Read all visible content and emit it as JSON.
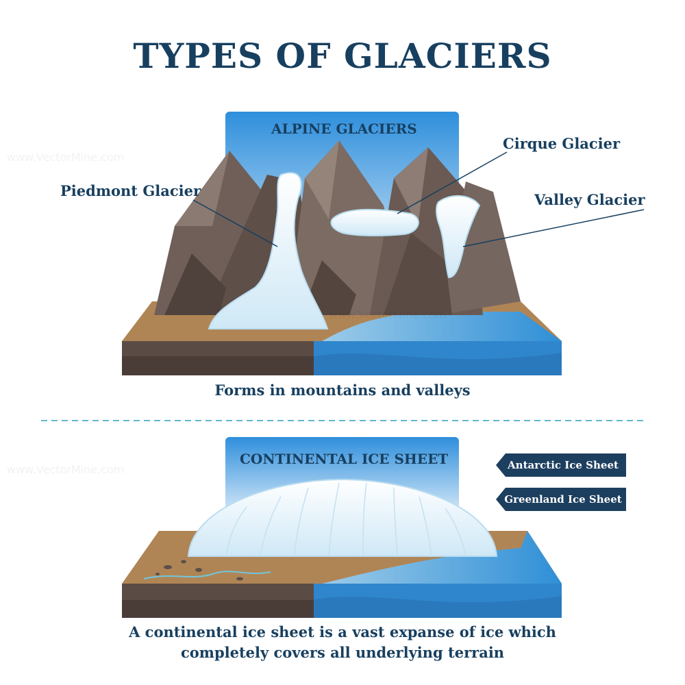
{
  "title": "TYPES OF GLACIERS",
  "alpine": {
    "panel_title": "ALPINE GLACIERS",
    "labels": {
      "piedmont": "Piedmont Glacier",
      "cirque": "Cirque Glacier",
      "valley": "Valley Glacier"
    },
    "caption": "Forms in mountains and valleys"
  },
  "continental": {
    "panel_title": "CONTINENTAL ICE SHEET",
    "tags": [
      "Antarctic Ice Sheet",
      "Greenland Ice Sheet"
    ],
    "caption_line1": "A continental ice sheet is a vast expanse of ice which",
    "caption_line2": "completely covers all underlying terrain"
  },
  "watermark": "www.VectorMine.com",
  "colors": {
    "text": "#173f5f",
    "tag_bg": "#1d3f5f",
    "sky_top": "#2f8fdc",
    "rock": "#7a6a62",
    "ice": "#e8f4fb",
    "water": "#2f8fd6",
    "dirt": "#a07a4e",
    "divider": "#5fb7c9"
  }
}
